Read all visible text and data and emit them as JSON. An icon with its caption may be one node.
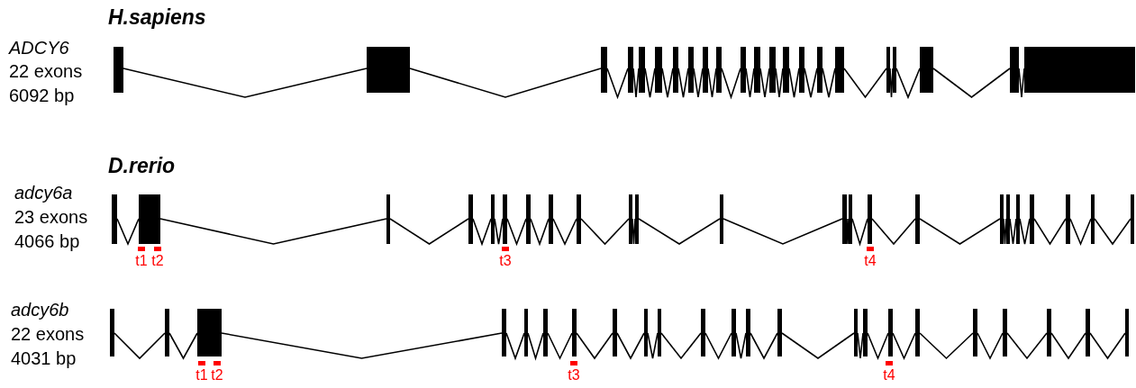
{
  "diagram": {
    "labels": [
      "H.sapiens",
      "ADCY6",
      "22 exons",
      "6092 bp",
      "D.rerio",
      "adcy6a",
      "23 exons",
      "4066 bp",
      "t1",
      "t2",
      "t3",
      "t4",
      "adcy6b",
      "22 exons",
      "4031 bp",
      "t1",
      "t2",
      "t3",
      "t4"
    ]
  }
}
